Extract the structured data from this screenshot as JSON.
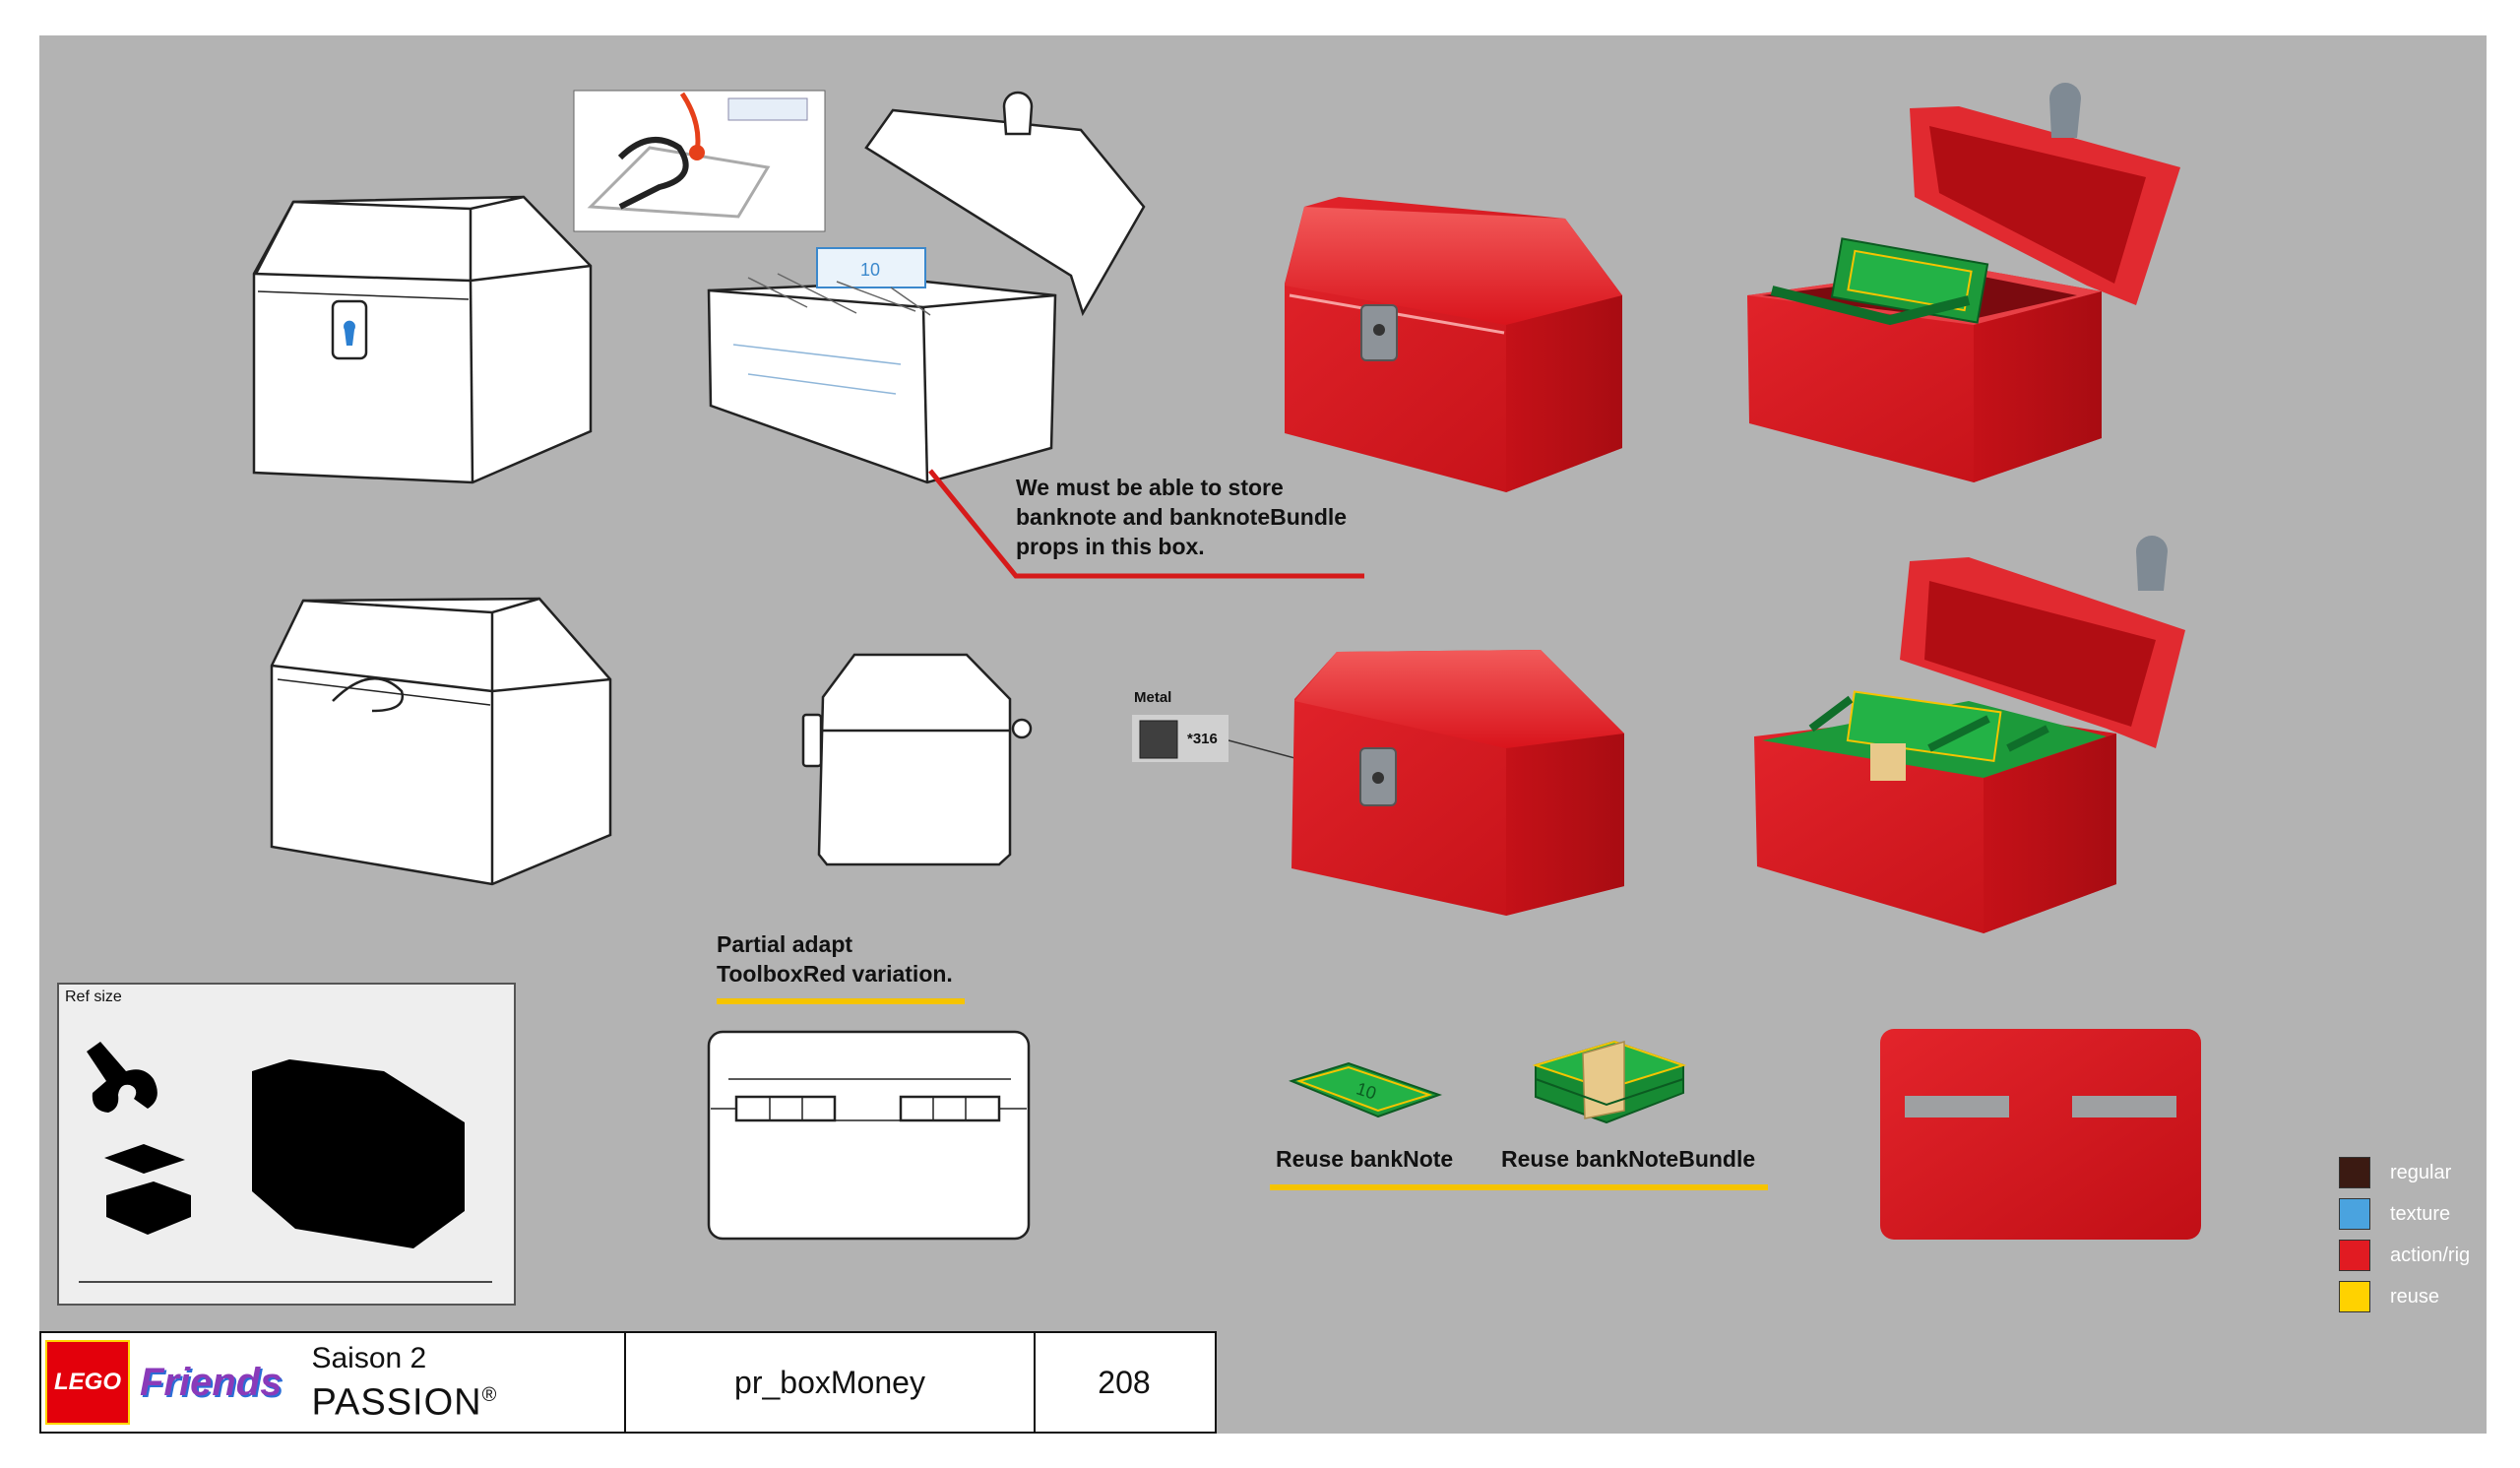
{
  "annotations": {
    "storage_note": "We must be able to store\nbanknote and banknoteBundle\nprops in this box.",
    "adapt_note": "Partial  adapt\nToolboxRed variation.",
    "reuse_banknote": "Reuse bankNote",
    "reuse_bundle": "Reuse bankNoteBundle"
  },
  "material": {
    "label": "Metal",
    "code": "*316",
    "color": "#3f3f3f"
  },
  "ref_size": {
    "title": "Ref size"
  },
  "legend": [
    {
      "label": "regular",
      "color": "#3b1a12"
    },
    {
      "label": "texture",
      "color": "#4aa3df"
    },
    {
      "label": "action/rig",
      "color": "#e11b22"
    },
    {
      "label": "reuse",
      "color": "#ffd200"
    }
  ],
  "titlebar": {
    "brand": "LEGO",
    "sub_brand": "Friends",
    "season": "Saison 2",
    "series": "PASSION",
    "registered": "®",
    "prop_name": "pr_boxMoney",
    "page_number": "208"
  },
  "colors": {
    "sheet_bg": "#b3b3b3",
    "box_red": "#d9141c",
    "box_red_light": "#f04a4a",
    "money_green": "#1c9a3a",
    "accent_yellow": "#f5c400",
    "line_red": "#d61a1a"
  }
}
